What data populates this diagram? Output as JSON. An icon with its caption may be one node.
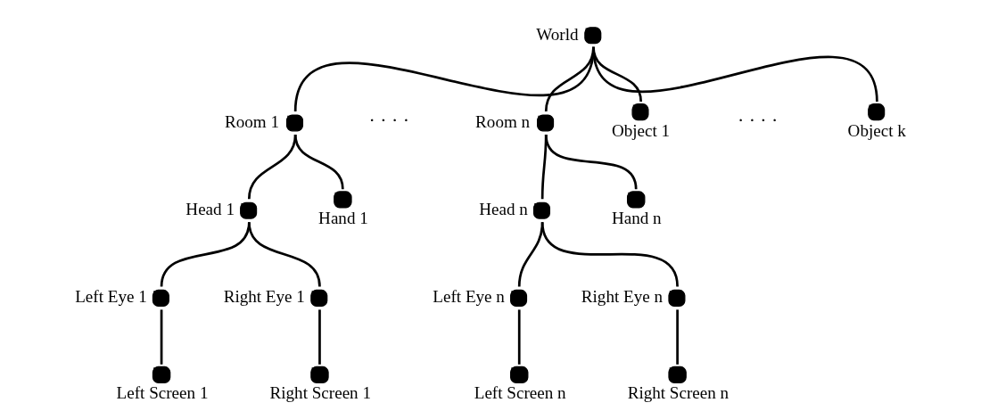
{
  "diagram": {
    "nodes": [
      {
        "text": [
          "World"
        ]
      },
      {
        "text": [
          "Room 1"
        ]
      },
      {
        "text": [
          "Head 1"
        ]
      },
      {
        "text": [
          "Hand 1"
        ]
      },
      {
        "text": [
          "Left Eye 1"
        ]
      },
      {
        "text": [
          "Right Eye 1"
        ]
      },
      {
        "text": [
          "Left Screen 1"
        ]
      },
      {
        "text": [
          "Right Screen 1"
        ]
      },
      {
        "text": [
          "Room n"
        ]
      },
      {
        "text": [
          "Head n"
        ]
      },
      {
        "text": [
          "Hand n"
        ]
      },
      {
        "text": [
          "Left Eye n"
        ]
      },
      {
        "text": [
          "Right Eye n"
        ]
      },
      {
        "text": [
          "Left Screen n"
        ]
      },
      {
        "text": [
          "Right Screen n"
        ]
      },
      {
        "text": [
          "Object 1"
        ]
      },
      {
        "text": [
          "Object k"
        ]
      }
    ],
    "edges": [
      {
        "from": 0,
        "to": 1,
        "arrow": "none"
      },
      {
        "from": 0,
        "to": 8,
        "arrow": "none"
      },
      {
        "from": 0,
        "to": 15,
        "arrow": "none"
      },
      {
        "from": 0,
        "to": 16,
        "arrow": "none"
      },
      {
        "from": 1,
        "to": 2,
        "arrow": "none"
      },
      {
        "from": 1,
        "to": 3,
        "arrow": "none"
      },
      {
        "from": 2,
        "to": 4,
        "arrow": "none"
      },
      {
        "from": 2,
        "to": 5,
        "arrow": "none"
      },
      {
        "from": 4,
        "to": 6,
        "arrow": "none"
      },
      {
        "from": 5,
        "to": 7,
        "arrow": "none"
      },
      {
        "from": 8,
        "to": 9,
        "arrow": "none"
      },
      {
        "from": 8,
        "to": 10,
        "arrow": "none"
      },
      {
        "from": 9,
        "to": 11,
        "arrow": "none"
      },
      {
        "from": 9,
        "to": 12,
        "arrow": "none"
      },
      {
        "from": 11,
        "to": 13,
        "arrow": "none"
      },
      {
        "from": 12,
        "to": 14,
        "arrow": "none"
      }
    ],
    "labels": [
      "· · · ·",
      "· · · ·"
    ]
  }
}
